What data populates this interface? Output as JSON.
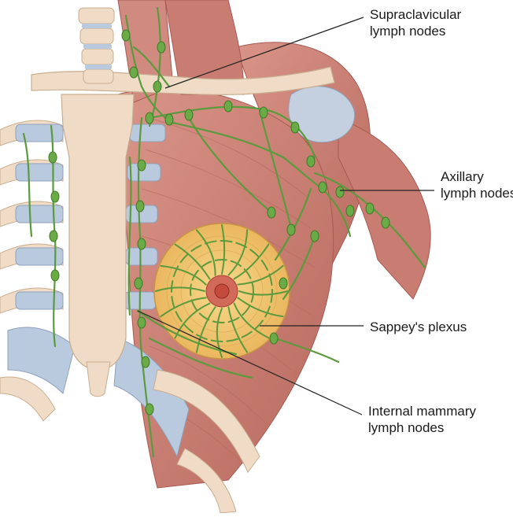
{
  "labels": {
    "supraclavicular": {
      "line1": "Supraclavicular",
      "line2": "lymph nodes"
    },
    "axillary": {
      "line1": "Axillary",
      "line2": "lymph nodes"
    },
    "sappey": {
      "line1": "Sappey's plexus"
    },
    "internal_mammary": {
      "line1": "Internal mammary",
      "line2": "lymph nodes"
    }
  },
  "colors": {
    "muscle": "#c98277",
    "muscle_dark": "#a85a53",
    "bone": "#f0dcc6",
    "cartilage": "#b9c9de",
    "lymph": "#5c9a3e",
    "breast": "#f2c46a",
    "areola": "#c44a3c"
  }
}
